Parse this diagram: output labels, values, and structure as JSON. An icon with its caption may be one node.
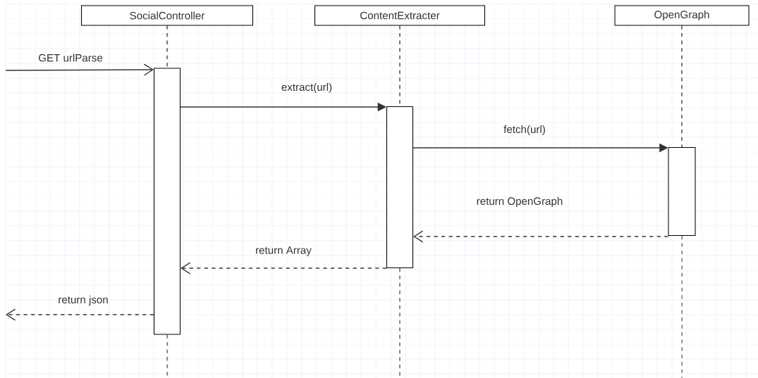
{
  "diagram": {
    "nodes": [
      {
        "text": [
          "SocialController"
        ]
      },
      {
        "text": [
          "ContentExtracter"
        ]
      },
      {
        "text": [
          "OpenGraph"
        ]
      },
      {
        "text": [],
        "shape": "bar"
      },
      {
        "text": [],
        "shape": "bar"
      },
      {
        "text": [],
        "shape": "bar"
      }
    ],
    "edges": [
      {
        "from": 0,
        "to": 3,
        "arrow": "none",
        "style": "dashed"
      },
      {
        "from": 1,
        "to": 4,
        "arrow": "none",
        "style": "dashed"
      },
      {
        "from": 2,
        "to": 5,
        "arrow": "none",
        "style": "dashed"
      },
      {
        "from": null,
        "to": 3,
        "arrow": "to",
        "label": "GET urlParse"
      },
      {
        "from": 3,
        "to": 4,
        "arrow": "to",
        "label": "extract(url)"
      },
      {
        "from": 4,
        "to": 5,
        "arrow": "to",
        "label": "fetch(url)"
      },
      {
        "from": 5,
        "to": 4,
        "arrow": "to",
        "label": "return OpenGraph",
        "style": "dashed"
      },
      {
        "from": 4,
        "to": 3,
        "arrow": "to",
        "label": "return Array",
        "style": "dashed"
      },
      {
        "from": 3,
        "to": null,
        "arrow": "to",
        "label": "return json",
        "style": "dashed"
      }
    ]
  }
}
